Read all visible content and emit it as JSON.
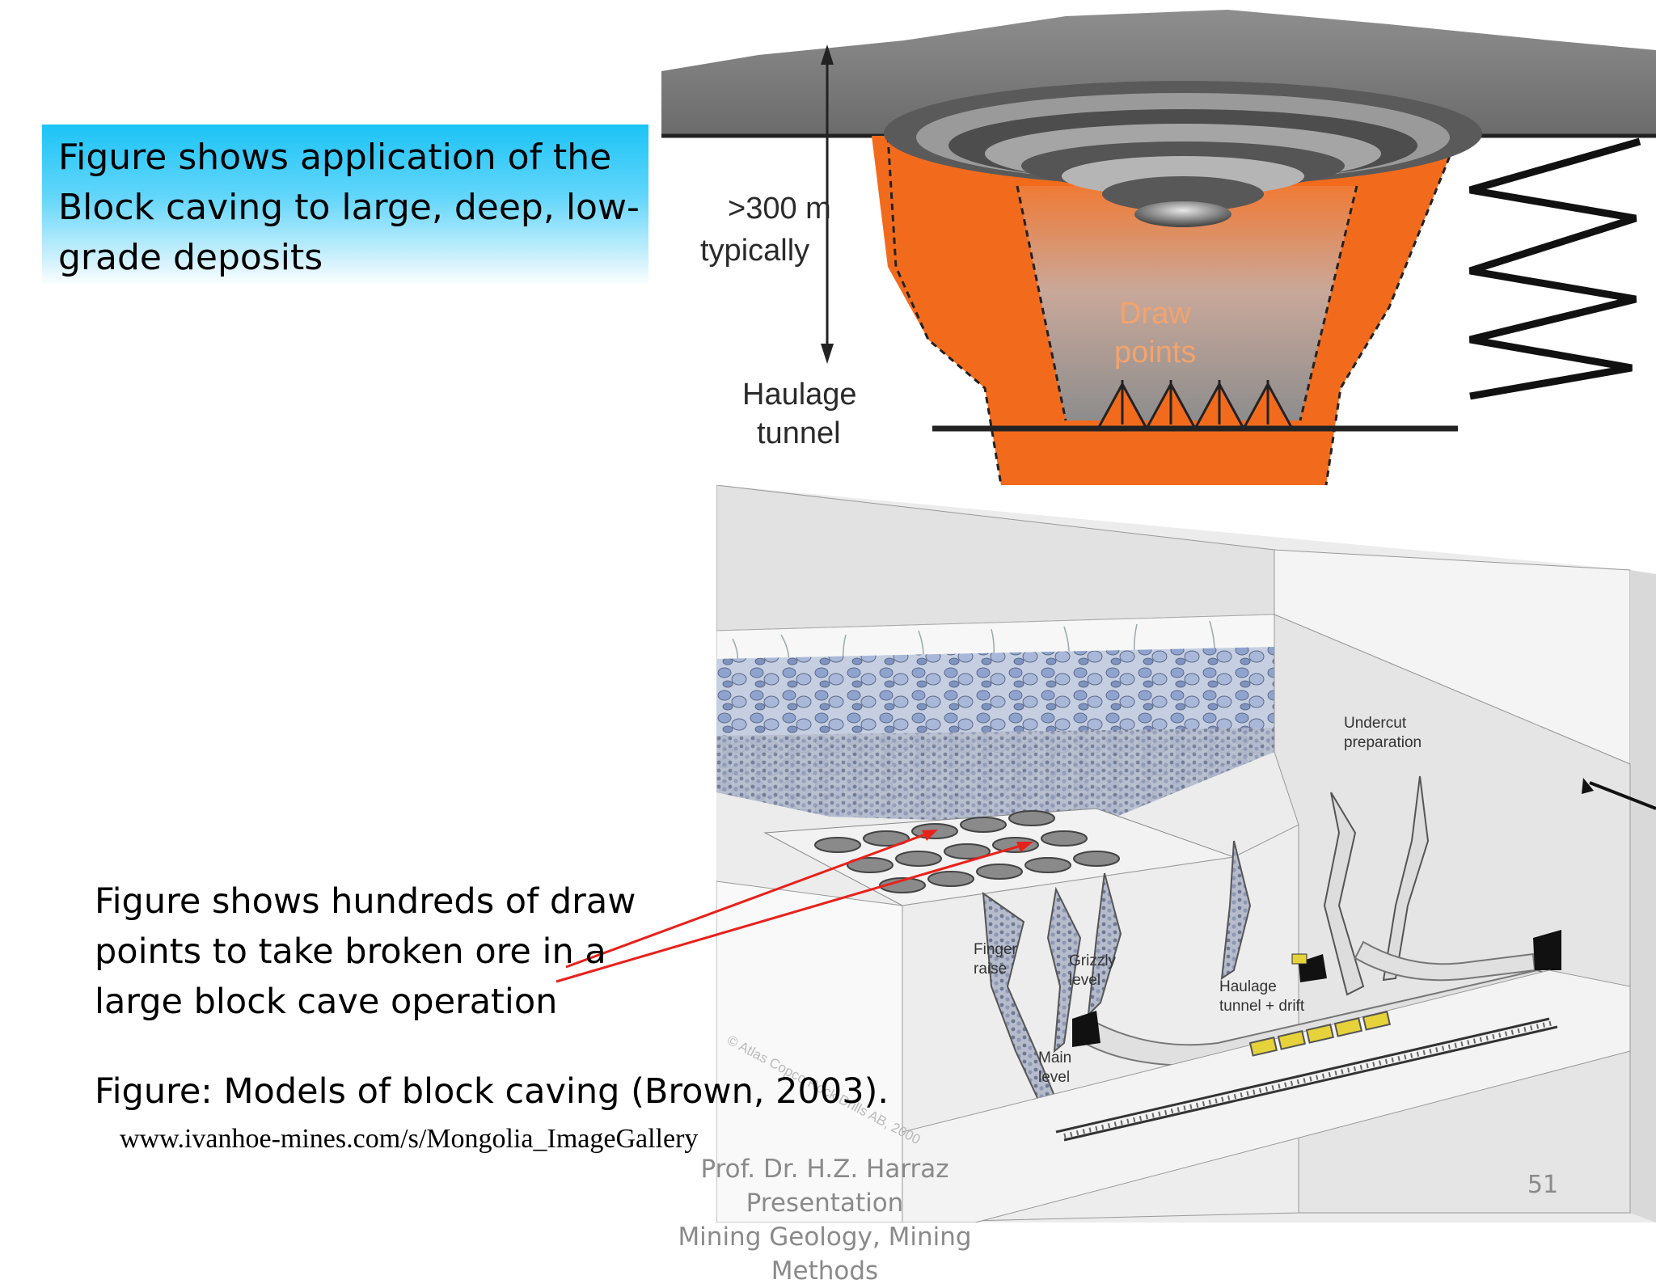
{
  "callout": {
    "line1": "Figure shows  application of the",
    "line2": "Block caving to large, deep, low-",
    "line3": "grade deposits"
  },
  "figure_top": {
    "depth_label_1": ">300 m",
    "depth_label_2": "typically",
    "haulage_1": "Haulage",
    "haulage_2": "tunnel",
    "draw_1": "Draw",
    "draw_2": "points"
  },
  "figure_bottom": {
    "undercut_1": "Undercut",
    "undercut_2": "preparation",
    "finger_1": "Finger",
    "finger_2": "raise",
    "grizzly_1": "Grizzly",
    "grizzly_2": "level",
    "haulage_1": "Haulage",
    "haulage_2": "tunnel + drift",
    "main_1": "Main",
    "main_2": "level",
    "watermark": "© Atlas Copco Rock Drills AB, 2000"
  },
  "body": {
    "line1": "Figure shows hundreds of draw",
    "line2": "points to take broken ore in a",
    "line3": "large block cave operation"
  },
  "caption": "Figure: Models of block caving (Brown, 2003).",
  "url": "www.ivanhoe-mines.com/s/Mongolia_ImageGallery",
  "footer": {
    "line1": "Prof. Dr. H.Z. Harraz Presentation",
    "line2": "Mining Geology,  Mining Methods"
  },
  "page_number": "51",
  "colors": {
    "callout_top": "#1cc3f6",
    "ore_orange": "#f26b1d",
    "arrow_red": "#e8211a",
    "footer_gray": "#8a8a8a"
  }
}
